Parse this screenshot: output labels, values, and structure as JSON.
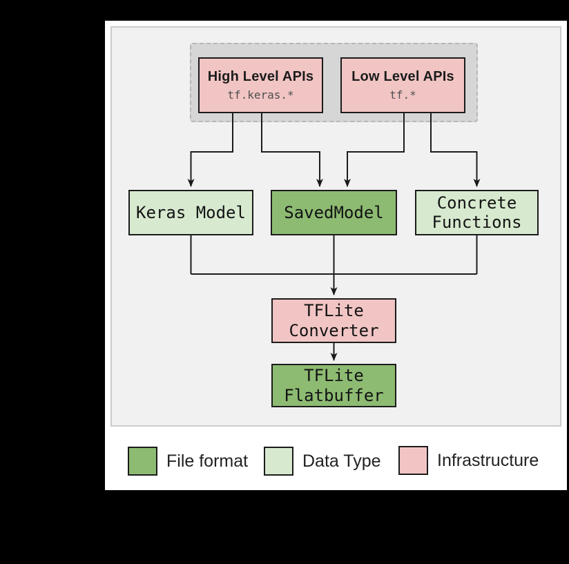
{
  "diagram": {
    "api_container": {
      "high_level": {
        "title": "High Level APIs",
        "code": "tf.keras.*"
      },
      "low_level": {
        "title": "Low Level APIs",
        "code": "tf.*"
      }
    },
    "nodes": {
      "keras_model": {
        "lines": [
          "Keras Model"
        ],
        "category": "Data Type"
      },
      "saved_model": {
        "lines": [
          "SavedModel"
        ],
        "category": "File format"
      },
      "concrete_functions": {
        "lines": [
          "Concrete",
          "Functions"
        ],
        "category": "Data Type"
      },
      "tflite_converter": {
        "lines": [
          "TFLite",
          "Converter"
        ],
        "category": "Infrastructure"
      },
      "tflite_flatbuffer": {
        "lines": [
          "TFLite",
          "Flatbuffer"
        ],
        "category": "File format"
      }
    },
    "legend": {
      "items": [
        {
          "label": "File format",
          "color": "#8dbb72"
        },
        {
          "label": "Data Type",
          "color": "#d7e9cf"
        },
        {
          "label": "Infrastructure",
          "color": "#f1c5c4"
        }
      ]
    },
    "colors": {
      "file_format": "#8dbb72",
      "data_type": "#d7e9cf",
      "infrastructure": "#f1c5c4",
      "panel_background": "#f0f1f0",
      "api_container_background": "#d6d6d6",
      "edge_stroke": "#1b1b1b"
    }
  }
}
